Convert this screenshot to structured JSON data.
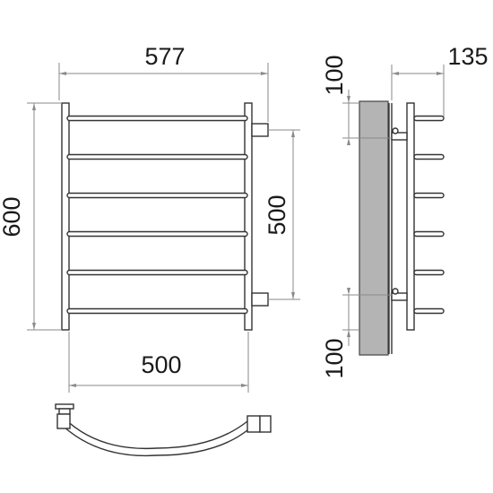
{
  "colors": {
    "outline": "#333333",
    "dimension_line": "#8a8a8a",
    "wall_fill": "#b4b4b4",
    "background": "#ffffff"
  },
  "dimensions": {
    "overall_width": "577",
    "mount_depth": "135",
    "overall_height": "600",
    "connection_spacing": "500",
    "rail_width": "500",
    "top_offset": "100",
    "bottom_offset": "100"
  },
  "front_view": {
    "rung_count": 6
  },
  "side_view": {
    "rung_count": 6
  }
}
